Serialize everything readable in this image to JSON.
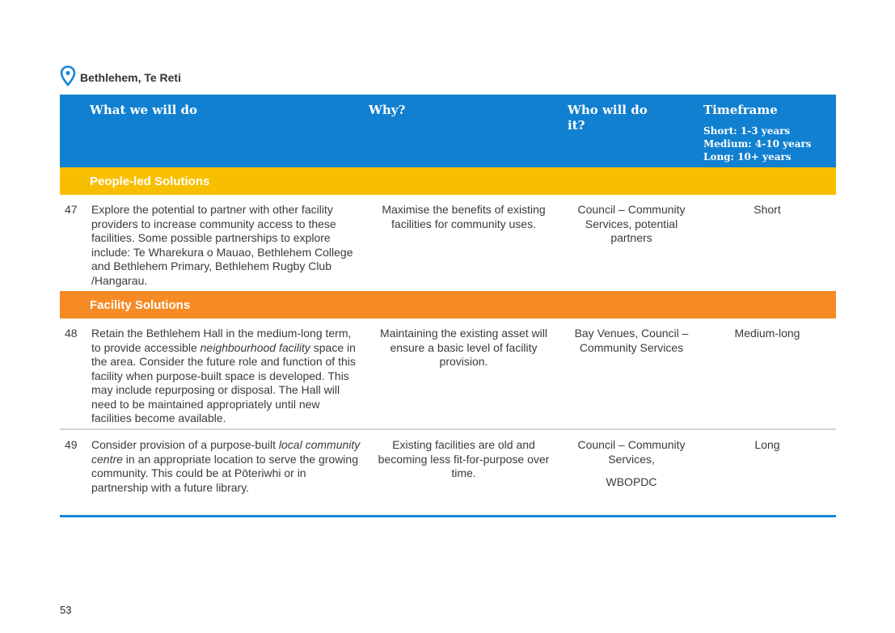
{
  "location": {
    "title": "Bethlehem, Te Reti",
    "icon": "map-pin-icon",
    "icon_color": "#1a86d4"
  },
  "table": {
    "colors": {
      "header": "#1180d0",
      "people_led": "#f8bf00",
      "facility": "#f68a25",
      "rule": "#1a86d4"
    },
    "headers": {
      "what": "What we will do",
      "why": "Why?",
      "who": "Who will do it?",
      "timeframe": "Timeframe",
      "timeframe_short": "Short: 1-3 years",
      "timeframe_medium": "Medium: 4-10 years",
      "timeframe_long": "Long: 10+ years"
    },
    "sections": {
      "people_led": {
        "title": "People-led Solutions",
        "rows": [
          {
            "num": "47",
            "what": "Explore the potential to partner with other facility providers to increase community access to these facilities. Some possible partnerships to explore include: Te Wharekura o Mauao, Bethlehem College and Bethlehem Primary, Bethlehem Rugby Club /Hangarau.",
            "why": "Maximise the benefits of existing facilities for community uses.",
            "who": "Council – Community Services, potential partners",
            "timeframe": "Short"
          }
        ]
      },
      "facility": {
        "title": "Facility Solutions",
        "rows": [
          {
            "num": "48",
            "what_1": "Retain the Bethlehem Hall in the medium-long term, to provide accessible ",
            "what_em": "neighbourhood facility",
            "what_2": " space in the area. Consider the future role and function of this facility when purpose-built space is developed. This may include repurposing or disposal. The Hall will need to be maintained appropriately until new facilities become available.",
            "why": "Maintaining the existing asset will ensure a basic level of facility provision.",
            "who": "Bay Venues, Council – Community Services",
            "timeframe": "Medium-long"
          },
          {
            "num": "49",
            "what_1": "Consider provision of a purpose-built ",
            "what_em": "local community centre",
            "what_2": " in an appropriate location to serve the growing community. This could be at Pōteriwhi or in partnership with a future library.",
            "why": "Existing facilities are old and becoming less fit-for-purpose over time.",
            "who": "Council – Community Services,",
            "who_extra": "WBOPDC",
            "timeframe": "Long"
          }
        ]
      }
    }
  },
  "page_number": "53"
}
